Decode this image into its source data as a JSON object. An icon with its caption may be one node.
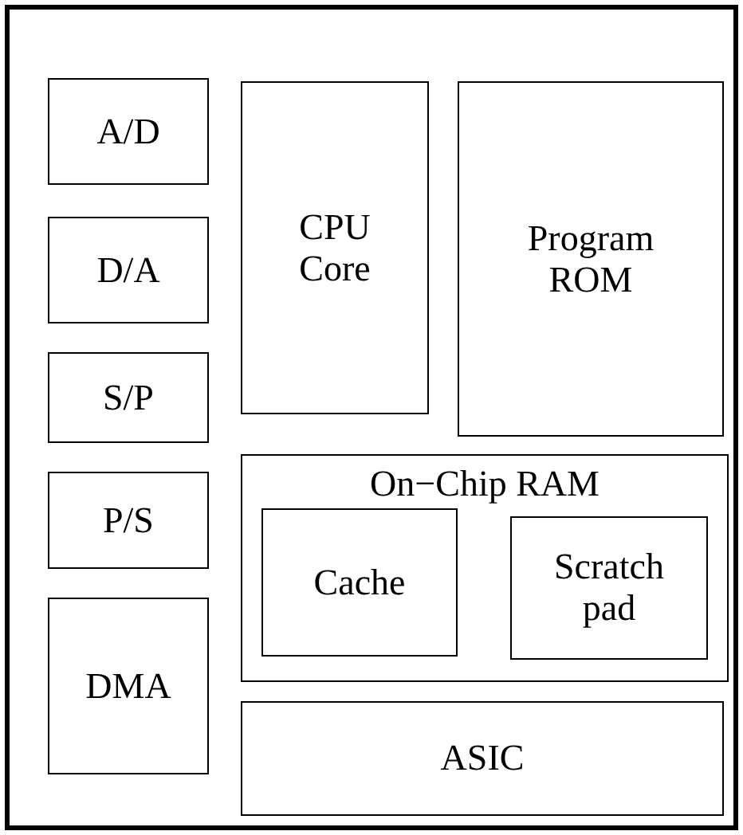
{
  "diagram": {
    "nodes": [
      {
        "text": [],
        "shape": "box"
      },
      {
        "text": [
          "A/D"
        ],
        "in": 0
      },
      {
        "text": [
          "D/A"
        ],
        "in": 0
      },
      {
        "text": [
          "S/P"
        ],
        "in": 0
      },
      {
        "text": [
          "P/S"
        ],
        "in": 0
      },
      {
        "text": [
          "DMA"
        ],
        "in": 0
      },
      {
        "text": [
          "CPU Core"
        ],
        "in": 0
      },
      {
        "text": [
          "Program ROM"
        ],
        "in": 0
      },
      {
        "text": [
          "On−Chip RAM"
        ],
        "in": 0
      },
      {
        "text": [
          "Cache"
        ],
        "in": 8
      },
      {
        "text": [
          "Scratch pad"
        ],
        "in": 8
      },
      {
        "text": [
          "ASIC"
        ],
        "in": 0
      }
    ]
  }
}
